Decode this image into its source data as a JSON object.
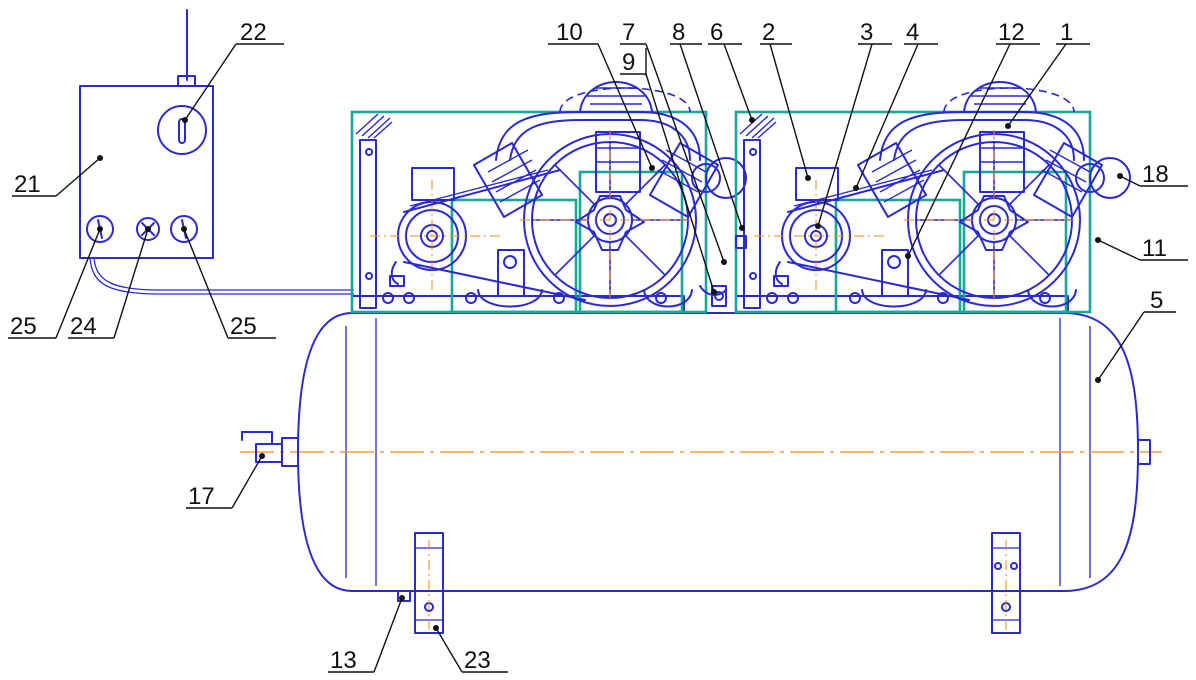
{
  "callouts": [
    "1",
    "2",
    "3",
    "4",
    "5",
    "6",
    "7",
    "8",
    "9",
    "10",
    "11",
    "12",
    "13",
    "17",
    "18",
    "21",
    "22",
    "23",
    "24",
    "25",
    "25"
  ],
  "colors": {
    "outline": "#2a2ad0",
    "frame": "#17a89a",
    "centerline": "#f08a1c",
    "leader": "#111111"
  }
}
